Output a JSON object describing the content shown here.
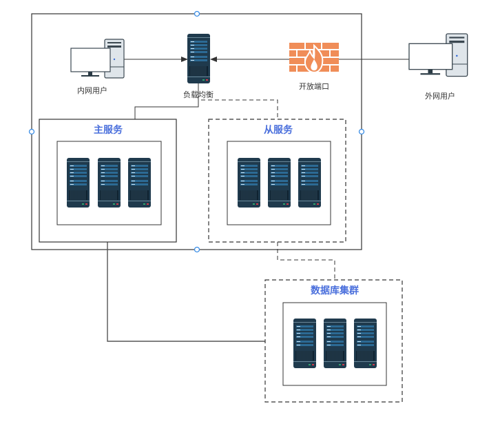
{
  "nodes": {
    "intranet_user": {
      "label": "内网用户",
      "icon": "desktop-computer-icon"
    },
    "load_balancer": {
      "label": "负载均衡",
      "icon": "server-icon"
    },
    "firewall": {
      "label": "开放端口",
      "icon": "firewall-icon"
    },
    "internet_user": {
      "label": "外网用户",
      "icon": "desktop-computer-icon"
    }
  },
  "groups": {
    "primary": {
      "title": "主服务",
      "server_count": 3,
      "border": "solid"
    },
    "secondary": {
      "title": "从服务",
      "server_count": 3,
      "border": "dashed"
    },
    "database": {
      "title": "数据库集群",
      "server_count": 3,
      "border": "dashed"
    }
  },
  "colors": {
    "title_blue": "#4a6fdc",
    "line": "#333333",
    "firewall_orange": "#f08d58",
    "server_dark": "#1f3a4d",
    "server_panel": "#2c6a94",
    "handle_blue": "#3b8ee6"
  }
}
